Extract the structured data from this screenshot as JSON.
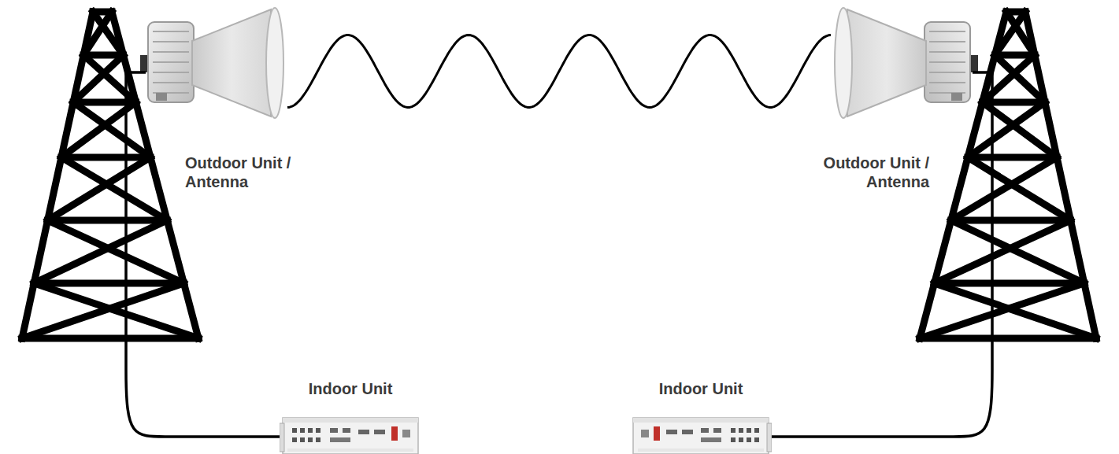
{
  "diagram": {
    "nodes": [
      {
        "text": [
          "Outdoor Unit / Antenna"
        ]
      },
      {
        "text": [
          "Outdoor Unit / Antenna"
        ]
      },
      {
        "text": [
          "Indoor Unit"
        ]
      },
      {
        "text": [
          "Indoor Unit"
        ]
      }
    ],
    "edges": [
      {
        "from": 0,
        "to": 1,
        "arrow": "none"
      },
      {
        "from": 0,
        "to": 2,
        "arrow": "none"
      },
      {
        "from": 1,
        "to": 3,
        "arrow": "none"
      }
    ]
  }
}
